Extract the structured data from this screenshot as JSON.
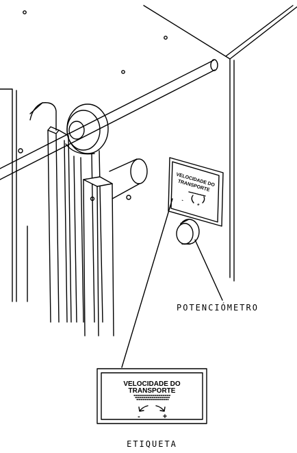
{
  "callouts": {
    "potentiometer": "POTENCIÓMETRO",
    "label": "ETIQUETA"
  },
  "machine_label": {
    "line1": "VELOCIDADE DO",
    "line2": "TRANSPORTE",
    "minus": "-",
    "plus": "+"
  },
  "enlarged_label": {
    "line1": "VELOCIDADE DO",
    "line2": "TRANSPORTE",
    "minus": "-",
    "plus": "+"
  }
}
